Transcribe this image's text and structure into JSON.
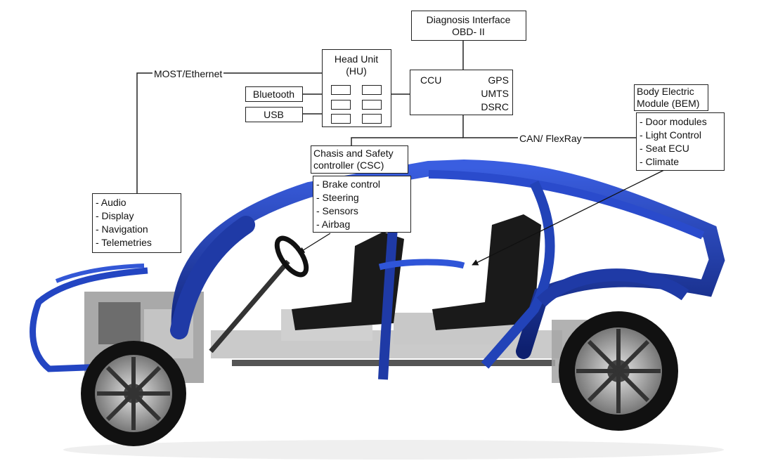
{
  "diagram": {
    "diagnosis": {
      "line1": "Diagnosis Interface",
      "line2": "OBD- II"
    },
    "head_unit": {
      "line1": "Head Unit",
      "line2": "(HU)"
    },
    "bluetooth": "Bluetooth",
    "usb": "USB",
    "ccu": {
      "label": "CCU",
      "items": [
        "GPS",
        "UMTS",
        "DSRC"
      ]
    },
    "bem": {
      "line1": "Body Electric",
      "line2": "Module (BEM)",
      "items": [
        "- Door modules",
        "- Light Control",
        "- Seat ECU",
        "- Climate"
      ]
    },
    "csc": {
      "line1": "Chasis and Safety",
      "line2": "controller (CSC)",
      "items": [
        "- Brake control",
        "- Steering",
        "- Sensors",
        "- Airbag"
      ]
    },
    "infotainment": {
      "items": [
        "- Audio",
        "- Display",
        "- Navigation",
        "- Telemetries"
      ]
    },
    "bus_most": "MOST/Ethernet",
    "bus_can": "CAN/ FlexRay"
  },
  "colors": {
    "frame_blue": "#1f3aa6",
    "frame_dark": "#0d1f6e",
    "tire": "#111111",
    "rim": "#b9b9b9"
  }
}
